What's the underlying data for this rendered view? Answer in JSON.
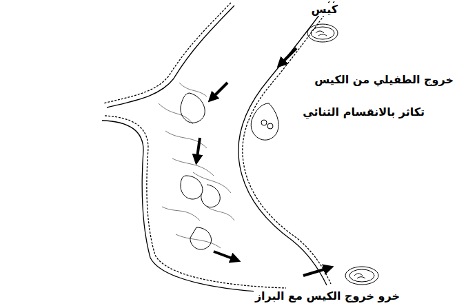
{
  "diagram": {
    "labels": [
      "كيس",
      "خروج الطفيلي من الكيس",
      "تكاثر بالانقسام الثنائي",
      "خرو خروج الكيس مع البراز"
    ]
  }
}
